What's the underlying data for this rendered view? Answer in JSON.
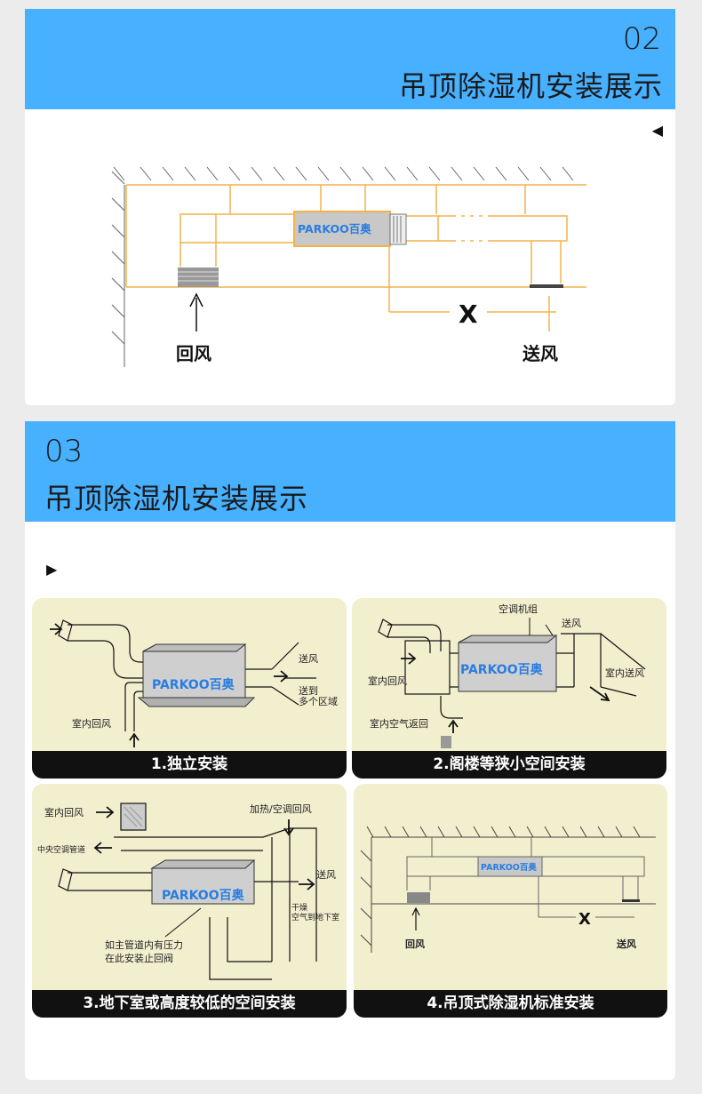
{
  "section1": {
    "number": "02",
    "title": "吊顶除湿机安装展示",
    "play_icon": "◀",
    "diagram": {
      "brand": "PARKOO百奥",
      "return_label": "回风",
      "supply_label": "送风",
      "distance_label": "X"
    }
  },
  "section2": {
    "number": "03",
    "title": "吊顶除湿机安装展示",
    "play_icon": "▶",
    "panels": [
      {
        "caption": "1.独立安装",
        "brand": "PARKOO百奥",
        "labels": {
          "supply": "送风",
          "supply_zones_1": "送到",
          "supply_zones_2": "多个区域",
          "indoor_return": "室内回风"
        }
      },
      {
        "caption": "2.阁楼等狭小空间安装",
        "brand": "PARKOO百奥",
        "labels": {
          "ac_unit": "空调机组",
          "supply": "送风",
          "indoor_return": "室内回风",
          "indoor_supply": "室内送风",
          "indoor_air_return": "室内空气返回"
        }
      },
      {
        "caption": "3.地下室或高度较低的空间安装",
        "brand": "PARKOO百奥",
        "labels": {
          "indoor_return": "室内回风",
          "heating_return": "加热/空调回风",
          "central_duct": "中央空调管道",
          "supply": "送风",
          "dry_air_1": "干燥",
          "dry_air_2": "空气到地下室",
          "note_1": "如主管道内有压力",
          "note_2": "在此安装止回阀"
        }
      },
      {
        "caption": "4.吊顶式除湿机标准安装",
        "brand": "PARKOO百奥",
        "labels": {
          "return": "回风",
          "supply": "送风",
          "distance": "X"
        }
      }
    ]
  }
}
